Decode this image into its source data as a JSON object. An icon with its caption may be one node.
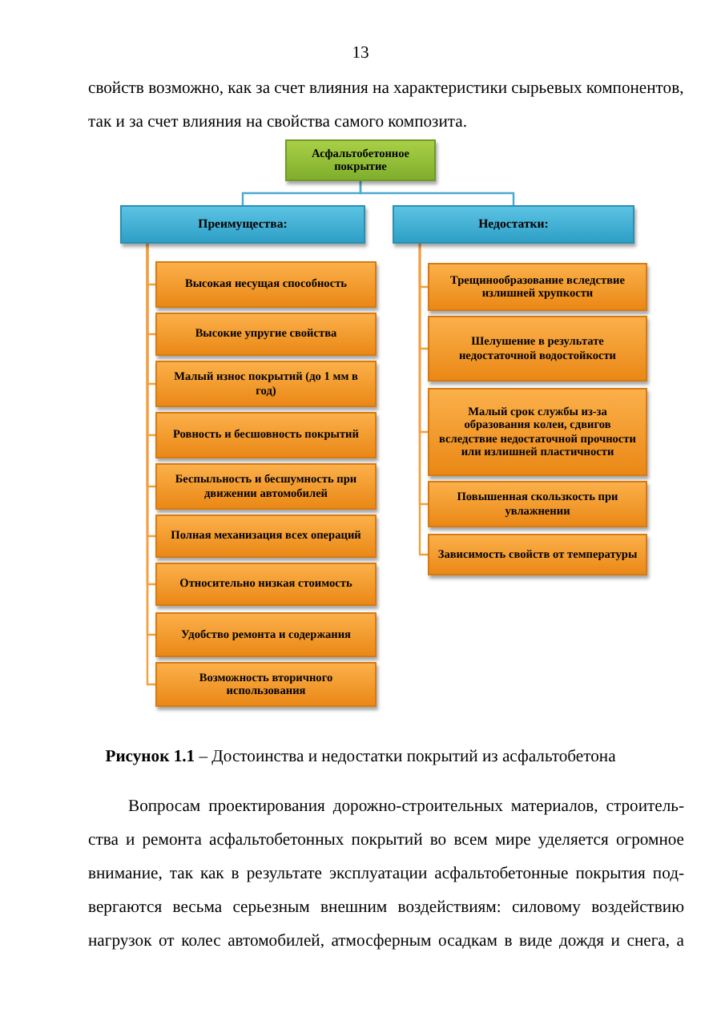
{
  "diagram": {
    "caption": "**Рисунок 1.1** – Достоинства и недостатки покрытий из асфальтобетона",
    "nodes": [
      {
        "text": [
          "Асфальтобетонное покрытие"
        ]
      },
      {
        "text": [
          "Преимущества:"
        ]
      },
      {
        "text": [
          "Недостатки:"
        ]
      },
      {
        "text": [
          "Высокая несущая способность"
        ]
      },
      {
        "text": [
          "Высокие упругие свойства"
        ]
      },
      {
        "text": [
          "Малый износ покрытий (до 1 мм в год)"
        ]
      },
      {
        "text": [
          "Ровность и бесшовность покрытий"
        ]
      },
      {
        "text": [
          "Беспыльность и бесшумность при движении автомобилей"
        ]
      },
      {
        "text": [
          "Полная механизация всех операций"
        ]
      },
      {
        "text": [
          "Относительно низкая стоимость"
        ]
      },
      {
        "text": [
          "Удобство ремонта и содержания"
        ]
      },
      {
        "text": [
          "Возможность вторичного использования"
        ]
      },
      {
        "text": [
          "Трещинообразование вследствие излишней хрупкости"
        ]
      },
      {
        "text": [
          "Шелушение в результате недостаточной водостойкости"
        ]
      },
      {
        "text": [
          "Малый срок службы из-за образования колеи, сдвигов вследствие недостаточной прочности или излишней пластичности"
        ]
      },
      {
        "text": [
          "Повышенная скользкость при увлажнении"
        ]
      },
      {
        "text": [
          "Зависимость свойств от температуры"
        ]
      }
    ],
    "edges": [
      {
        "from": 0,
        "to": 1,
        "arrow": "none",
        "color": "#4aa8d0"
      },
      {
        "from": 0,
        "to": 2,
        "arrow": "none",
        "color": "#4aa8d0"
      },
      {
        "from": 1,
        "to": 3,
        "arrow": "none"
      },
      {
        "from": 1,
        "to": 4,
        "arrow": "none"
      },
      {
        "from": 1,
        "to": 5,
        "arrow": "none"
      },
      {
        "from": 1,
        "to": 6,
        "arrow": "none"
      },
      {
        "from": 1,
        "to": 7,
        "arrow": "none"
      },
      {
        "from": 1,
        "to": 8,
        "arrow": "none"
      },
      {
        "from": 1,
        "to": 9,
        "arrow": "none"
      },
      {
        "from": 1,
        "to": 10,
        "arrow": "none"
      },
      {
        "from": 1,
        "to": 11,
        "arrow": "none"
      },
      {
        "from": 2,
        "to": 12,
        "arrow": "none"
      },
      {
        "from": 2,
        "to": 13,
        "arrow": "none"
      },
      {
        "from": 2,
        "to": 14,
        "arrow": "none"
      },
      {
        "from": 2,
        "to": 15,
        "arrow": "none"
      },
      {
        "from": 2,
        "to": 16,
        "arrow": "none"
      }
    ],
    "labels": [
      "13",
      "свойств возможно, как за счет влияния на характеристики сырьевых компонентов,",
      "так и за счет влияния на свойства самого композита.",
      "Вопросам проектирования дорожно-строительных материалов, строитель-",
      "ства и ремонта асфальтобетонных покрытий во всем мире уделяется огромное",
      "внимание, так как в результате эксплуатации асфальтобетонные покрытия под-",
      "вергаются весьма серьезным внешним воздействиям: силовому воздействию",
      "нагрузок от колес автомобилей, атмосферным осадкам в виде дождя и снега, а"
    ]
  }
}
